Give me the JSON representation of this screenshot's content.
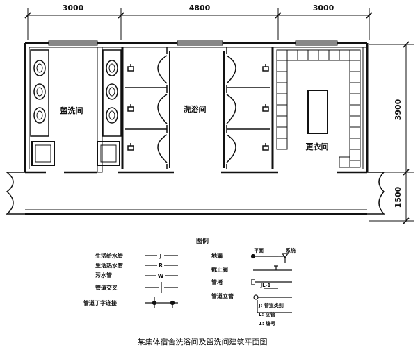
{
  "dimensions": {
    "top": [
      "3000",
      "4800",
      "3000"
    ],
    "right": [
      "3900",
      "1500"
    ]
  },
  "rooms": {
    "washroom": "盥洗间",
    "shower": "洗浴间",
    "changing": "更衣间"
  },
  "legend": {
    "title": "图例",
    "left": [
      {
        "label": "生活给水管",
        "mark": "J"
      },
      {
        "label": "生活热水管",
        "mark": "R"
      },
      {
        "label": "污水管",
        "mark": "W"
      },
      {
        "label": "管道交叉",
        "mark": ""
      },
      {
        "label": "管道丁字连接",
        "mark": ""
      }
    ],
    "right": [
      {
        "label": "地漏",
        "sub1": "平面",
        "sub2": "系统"
      },
      {
        "label": "截止阀"
      },
      {
        "label": "管堵"
      },
      {
        "label": "管道立管",
        "tag": "JL-1"
      }
    ],
    "notes": [
      "J: 管道类别",
      "L: 立管",
      "1: 编号"
    ]
  },
  "caption": "某集体宿舍洗浴间及盥洗间建筑平面图"
}
